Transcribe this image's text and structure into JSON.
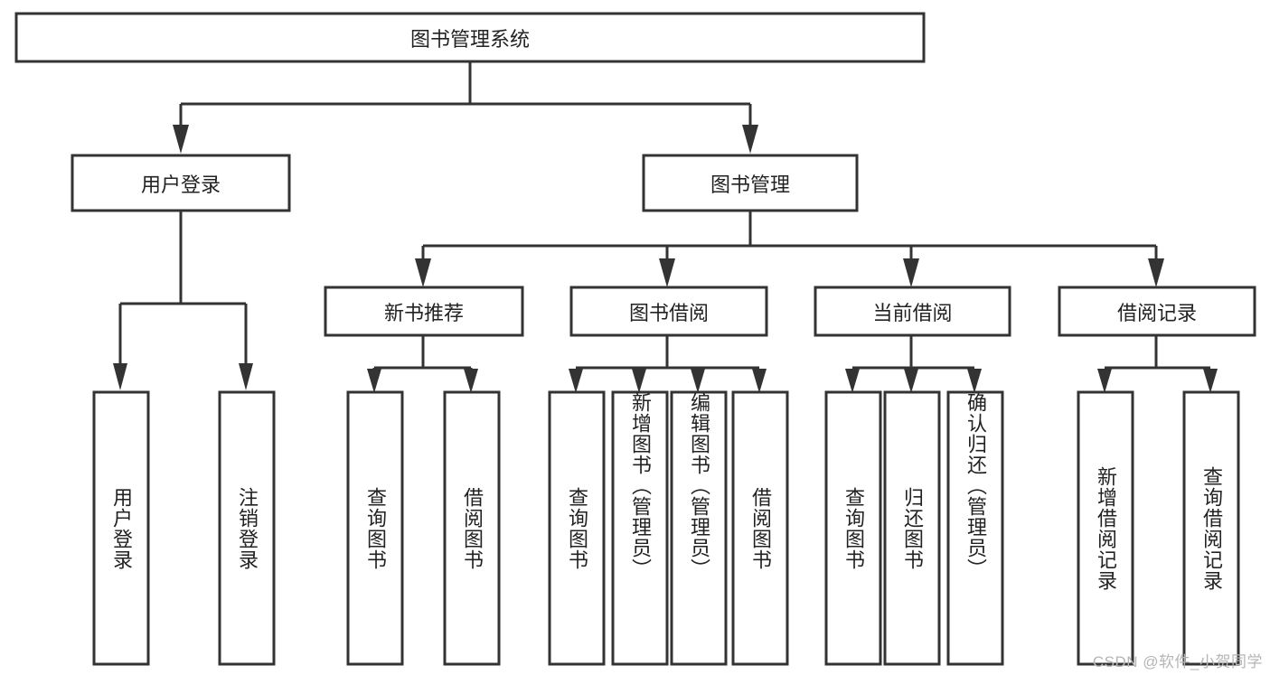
{
  "diagram": {
    "type": "tree-hierarchy-flowchart",
    "root": {
      "id": "root",
      "label": "图书管理系统"
    },
    "level2": [
      {
        "id": "user-login",
        "label": "用户登录"
      },
      {
        "id": "book-manage",
        "label": "图书管理"
      }
    ],
    "level3": [
      {
        "id": "new-book-recommend",
        "label": "新书推荐",
        "parent": "book-manage"
      },
      {
        "id": "book-borrow",
        "label": "图书借阅",
        "parent": "book-manage"
      },
      {
        "id": "current-borrow",
        "label": "当前借阅",
        "parent": "book-manage"
      },
      {
        "id": "borrow-record",
        "label": "借阅记录",
        "parent": "book-manage"
      }
    ],
    "leaves": {
      "user_login": [
        {
          "id": "leaf-user-login",
          "label": "用户登录"
        },
        {
          "id": "leaf-user-logout",
          "label": "注销登录"
        }
      ],
      "new_book_recommend": [
        {
          "id": "leaf-query-book-1",
          "label": "查询图书"
        },
        {
          "id": "leaf-borrow-book-1",
          "label": "借阅图书"
        }
      ],
      "book_borrow": [
        {
          "id": "leaf-query-book-2",
          "label": "查询图书"
        },
        {
          "id": "leaf-add-book",
          "label": "新增图书（管理员）"
        },
        {
          "id": "leaf-edit-book",
          "label": "编辑图书（管理员）"
        },
        {
          "id": "leaf-borrow-book-2",
          "label": "借阅图书"
        }
      ],
      "current_borrow": [
        {
          "id": "leaf-query-book-3",
          "label": "查询图书"
        },
        {
          "id": "leaf-return-book",
          "label": "归还图书"
        },
        {
          "id": "leaf-confirm-return",
          "label": "确认归还（管理员）"
        }
      ],
      "borrow_record": [
        {
          "id": "leaf-add-record",
          "label": "新增借阅记录"
        },
        {
          "id": "leaf-query-record",
          "label": "查询借阅记录"
        }
      ]
    },
    "colors": {
      "box_stroke": "#333333",
      "box_fill": "#ffffff",
      "text": "#222222",
      "connector": "#333333",
      "background": "#ffffff",
      "watermark": "#b5b5b5"
    }
  },
  "watermark": {
    "text": "CSDN @软件_小贺同学"
  }
}
